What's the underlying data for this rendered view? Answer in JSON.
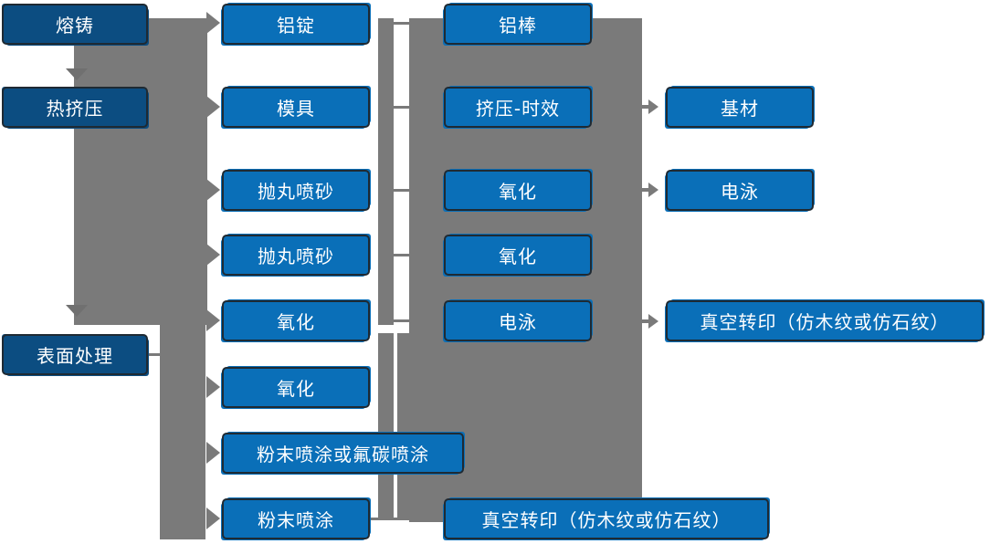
{
  "diagram": {
    "type": "flowchart",
    "description": "Aluminum profile production process flow",
    "background": "#ffffff",
    "colors": {
      "stage_fill": "#0c4d81",
      "process_fill": "#0a6fb8",
      "connector_gray": "#7a7a7a",
      "box_border": "#1f2a33",
      "text": "#ffffff"
    },
    "nodes": [
      {
        "id": "melting-casting",
        "label": "熔铸"
      },
      {
        "id": "hot-extrusion",
        "label": "热挤压"
      },
      {
        "id": "surface-treatment",
        "label": "表面处理"
      },
      {
        "id": "aluminum-ingot",
        "label": "铝锭"
      },
      {
        "id": "mold",
        "label": "模具"
      },
      {
        "id": "shot-blasting-1",
        "label": "抛丸喷砂"
      },
      {
        "id": "shot-blasting-2",
        "label": "抛丸喷砂"
      },
      {
        "id": "oxidation-1",
        "label": "氧化"
      },
      {
        "id": "oxidation-2",
        "label": "氧化"
      },
      {
        "id": "powder-or-fluorocarbon-coating",
        "label": "粉末喷涂或氟碳喷涂"
      },
      {
        "id": "powder-coating",
        "label": "粉末喷涂"
      },
      {
        "id": "aluminum-rod",
        "label": "铝棒"
      },
      {
        "id": "extrusion-aging",
        "label": "挤压-时效"
      },
      {
        "id": "oxidation-3",
        "label": "氧化"
      },
      {
        "id": "oxidation-4",
        "label": "氧化"
      },
      {
        "id": "electrophoresis-1",
        "label": "电泳"
      },
      {
        "id": "vacuum-transfer-1",
        "label": "真空转印（仿木纹或仿石纹）"
      },
      {
        "id": "base-material",
        "label": "基材"
      },
      {
        "id": "electrophoresis-2",
        "label": "电泳"
      },
      {
        "id": "vacuum-transfer-2",
        "label": "真空转印（仿木纹或仿石纹）"
      }
    ],
    "edges": [
      {
        "from": "熔铸",
        "to": "热挤压"
      },
      {
        "from": "熔铸",
        "to": "铝锭"
      },
      {
        "from": "热挤压",
        "to": "模具"
      },
      {
        "from": "热挤压",
        "to": "抛丸喷砂"
      },
      {
        "from": "热挤压",
        "to": "表面处理"
      },
      {
        "from": "表面处理",
        "to": "氧化"
      },
      {
        "from": "表面处理",
        "to": "粉末喷涂或氟碳喷涂"
      },
      {
        "from": "表面处理",
        "to": "粉末喷涂"
      },
      {
        "from": "铝锭",
        "to": "铝棒"
      },
      {
        "from": "模具",
        "to": "挤压-时效"
      },
      {
        "from": "挤压-时效",
        "to": "基材"
      },
      {
        "from": "氧化",
        "to": "电泳"
      },
      {
        "from": "电泳",
        "to": "真空转印（仿木纹或仿石纹）"
      },
      {
        "from": "粉末喷涂",
        "to": "真空转印（仿木纹或仿石纹）"
      }
    ]
  }
}
